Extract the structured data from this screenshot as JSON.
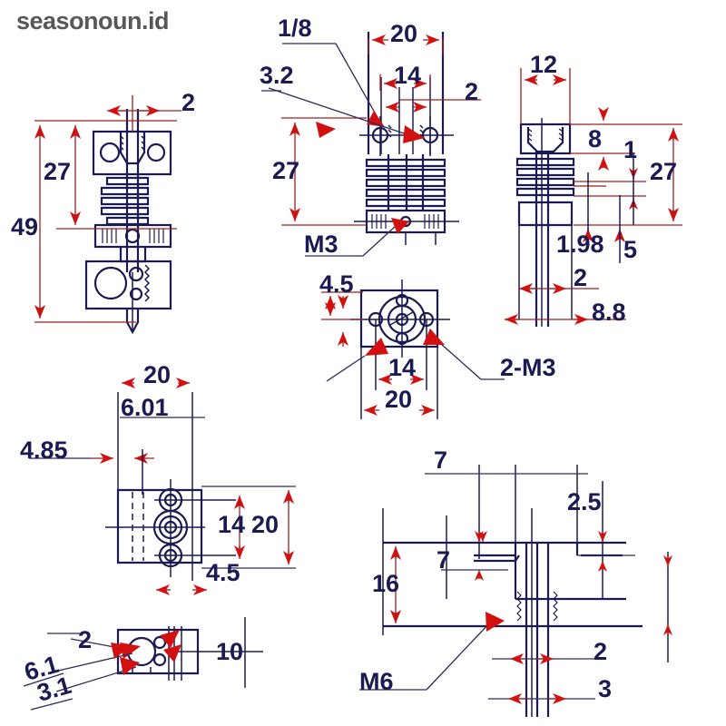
{
  "watermark": {
    "text": "seasonoun.id",
    "color": "#585858"
  },
  "drawing": {
    "title": "seasonoun.id",
    "line_color": "#1b1b52",
    "arrow_color": "#d21010",
    "background": "#ffffff",
    "unit_note": "mm"
  },
  "views": [
    {
      "name": "front-section-view",
      "description": "Full hotend assembly cross-section",
      "labels": [
        "2",
        "27",
        "49"
      ]
    },
    {
      "name": "front-view-heatsink",
      "description": "Heatsink front view with heatbreak",
      "labels": [
        "1/8",
        "3.2",
        "20",
        "14",
        "2",
        "27",
        "M3"
      ]
    },
    {
      "name": "side-view-heatsink",
      "description": "Heatsink side view with nozzle tube",
      "labels": [
        "12",
        "8",
        "1",
        "27",
        "1.98",
        "5",
        "2",
        "8.8"
      ]
    },
    {
      "name": "top-view-block",
      "description": "Heater block top view",
      "labels": [
        "4.5",
        "14",
        "20",
        "2-M3"
      ]
    },
    {
      "name": "bottom-left-plate-view",
      "description": "Mount plate view with three bores",
      "labels": [
        "20",
        "6.01",
        "4.85",
        "14",
        "20",
        "4.5"
      ]
    },
    {
      "name": "bottom-left-small-view",
      "description": "Small block end view",
      "labels": [
        "2",
        "6.1",
        "3.1",
        "10"
      ]
    },
    {
      "name": "bottom-right-detail-view",
      "description": "Heatbreak / throat detail section",
      "labels": [
        "7",
        "2.5",
        "7",
        "16",
        "M6",
        "2",
        "3"
      ]
    }
  ],
  "dimensions": {
    "v1_2": "2",
    "v1_27": "27",
    "v1_49": "49",
    "v2_oneeighth": "1/8",
    "v2_32": "3.2",
    "v2_20": "20",
    "v2_14": "14",
    "v2_2": "2",
    "v2_27": "27",
    "v2_m3": "M3",
    "v3_12": "12",
    "v3_8": "8",
    "v3_1": "1",
    "v3_27": "27",
    "v3_198": "1.98",
    "v3_5": "5",
    "v3_2": "2",
    "v3_88": "8.8",
    "v4_45": "4.5",
    "v4_14": "14",
    "v4_20": "20",
    "v4_2m3": "2-M3",
    "v5_20top": "20",
    "v5_601": "6.01",
    "v5_485": "4.85",
    "v5_14": "14",
    "v5_20": "20",
    "v5_45": "4.5",
    "v6_2": "2",
    "v6_61": "6.1",
    "v6_31": "3.1",
    "v6_10": "10",
    "v7_7top": "7",
    "v7_25": "2.5",
    "v7_7": "7",
    "v7_16": "16",
    "v7_m6": "M6",
    "v7_2": "2",
    "v7_3": "3"
  }
}
